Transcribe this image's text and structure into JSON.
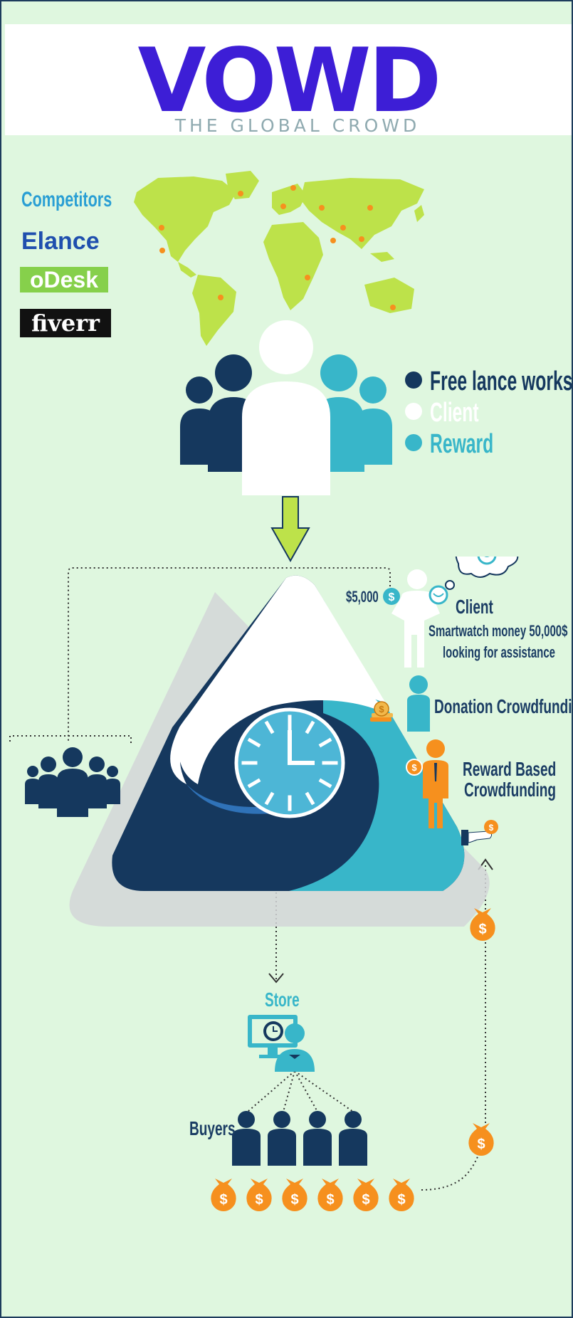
{
  "header": {
    "title": "VOWD",
    "tagline": "THE GLOBAL CROWD"
  },
  "competitors": {
    "heading": "Competitors",
    "logos": [
      {
        "name": "Elance",
        "text": "Elance"
      },
      {
        "name": "oDesk",
        "text": "oDesk"
      },
      {
        "name": "fiverr",
        "text": "fiverr"
      }
    ]
  },
  "legend": [
    {
      "label": "Free lance works",
      "color": "#15385e"
    },
    {
      "label": "Client",
      "color": "#ffffff"
    },
    {
      "label": "Reward",
      "color": "#38b6c9"
    }
  ],
  "diagram": {
    "client_amount": "$5,000",
    "client_label": "Client",
    "client_desc_line1": "Smartwatch money 50,000$",
    "client_desc_line2": "looking for assistance",
    "donation_label": "Donation Crowdfunding",
    "reward_label_line1": "Reward Based",
    "reward_label_line2": "Crowdfunding",
    "store_label": "Store",
    "buyers_label": "Buyers",
    "dollar_symbol": "$"
  },
  "colors": {
    "navy": "#15385e",
    "teal": "#38b6c9",
    "orange": "#f6901e",
    "lime": "#bde24a",
    "brand": "#3d1ed6"
  }
}
